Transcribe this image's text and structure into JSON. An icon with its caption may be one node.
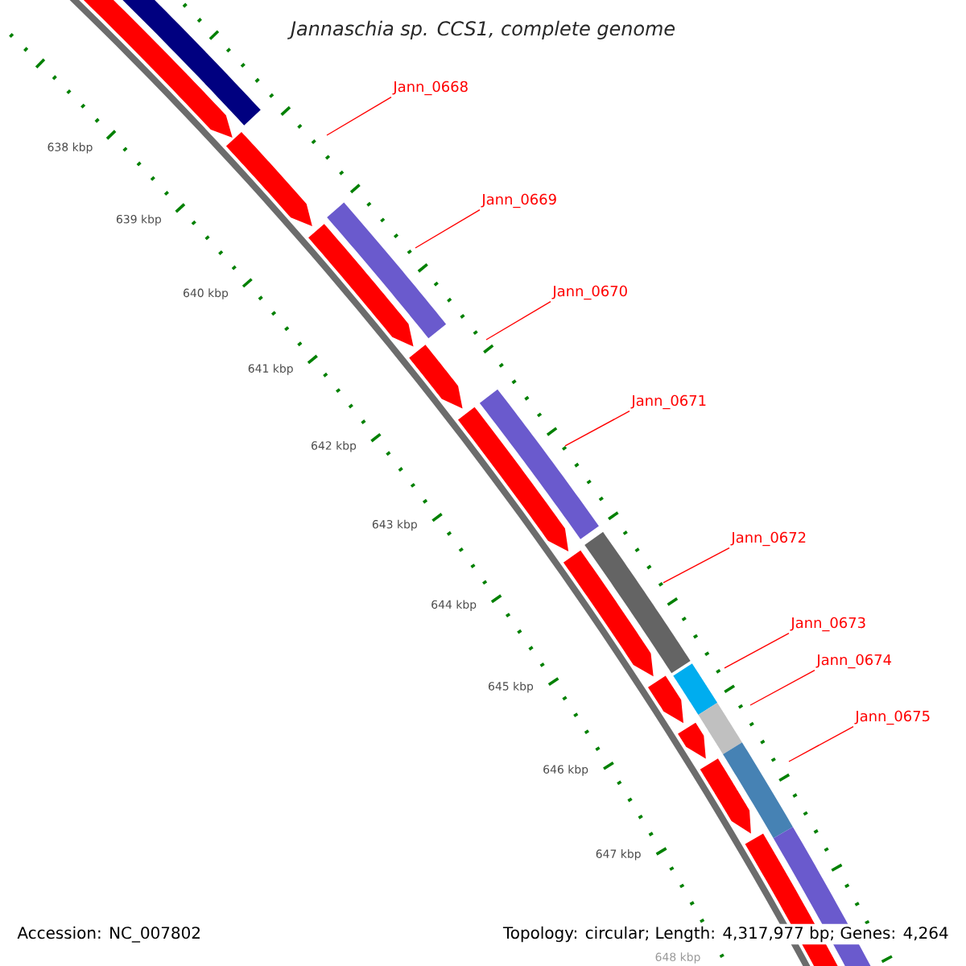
{
  "diagram": {
    "title": "Jannaschia sp. CCS1, complete genome",
    "nodes": [
      {
        "text": [
          "Jann_0668"
        ]
      },
      {
        "text": [
          "Jann_0669"
        ]
      },
      {
        "text": [
          "Jann_0670"
        ]
      },
      {
        "text": [
          "Jann_0671"
        ]
      },
      {
        "text": [
          "Jann_0672"
        ]
      },
      {
        "text": [
          "Jann_0673"
        ]
      },
      {
        "text": [
          "Jann_0674"
        ]
      },
      {
        "text": [
          "Jann_0675"
        ]
      }
    ],
    "edges": [
      {
        "from": 0,
        "to": null,
        "arrow": "none"
      },
      {
        "from": 1,
        "to": null,
        "arrow": "none"
      },
      {
        "from": 2,
        "to": null,
        "arrow": "none"
      },
      {
        "from": 3,
        "to": null,
        "arrow": "none"
      },
      {
        "from": 4,
        "to": null,
        "arrow": "none"
      },
      {
        "from": 5,
        "to": null,
        "arrow": "none"
      },
      {
        "from": 6,
        "to": null,
        "arrow": "none"
      },
      {
        "from": 7,
        "to": null,
        "arrow": "none"
      }
    ],
    "labels": [
      "638 kbp",
      "639 kbp",
      "640 kbp",
      "641 kbp",
      "642 kbp",
      "643 kbp",
      "644 kbp",
      "645 kbp",
      "646 kbp",
      "647 kbp",
      "648 kbp",
      "Accession: NC_007802",
      "Topology: circular; Length: 4,317,977 bp; Genes: 4,264"
    ]
  }
}
